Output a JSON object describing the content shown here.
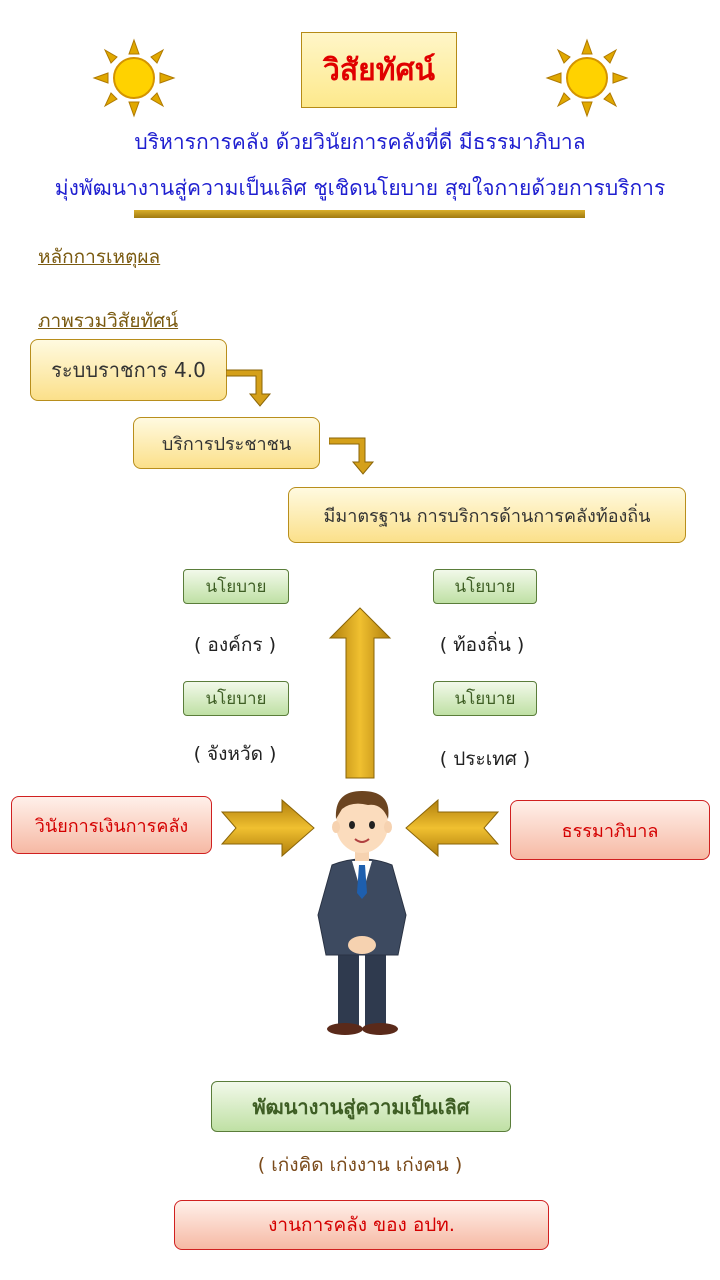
{
  "header": {
    "title": "วิสัยทัศน์",
    "line1": "บริหารการคลัง  ด้วยวินัยการคลังที่ดี  มีธรรมาภิบาล",
    "line2": "มุ่งพัฒนางานสู่ความเป็นเลิศ  ชูเชิดนโยบาย  สุขใจกายด้วยการบริการ"
  },
  "links": {
    "principles": "หลักการเหตุผล",
    "overview": "ภาพรวมวิสัยทัศน์"
  },
  "flow": {
    "step1": "ระบบราชการ 4.0",
    "step2": "บริการประชาชน",
    "step3": "มีมาตรฐาน การบริการด้านการคลังท้องถิ่น"
  },
  "policies": {
    "p1_label": "นโยบาย",
    "p1_sub": "( องค์กร )",
    "p2_label": "นโยบาย",
    "p2_sub": "( ท้องถิ่น )",
    "p3_label": "นโยบาย",
    "p3_sub": "( จังหวัด )",
    "p4_label": "นโยบาย",
    "p4_sub": "( ประเทศ )"
  },
  "sides": {
    "left": "วินัยการเงินการคลัง",
    "right": "ธรรมาภิบาล"
  },
  "bottom": {
    "excellence": "พัฒนางานสู่ความเป็นเลิศ",
    "excellence_sub": "( เก่งคิด เก่งงาน เก่งคน )",
    "finance": "งานการคลัง ของ อปท."
  },
  "colors": {
    "gold": "#d4a01a",
    "blue_text": "#1f1fd0",
    "red_text": "#d40000",
    "green_text": "#3e5e24"
  },
  "icons": [
    "sun-icon",
    "arrow-icon",
    "person-illustration"
  ]
}
